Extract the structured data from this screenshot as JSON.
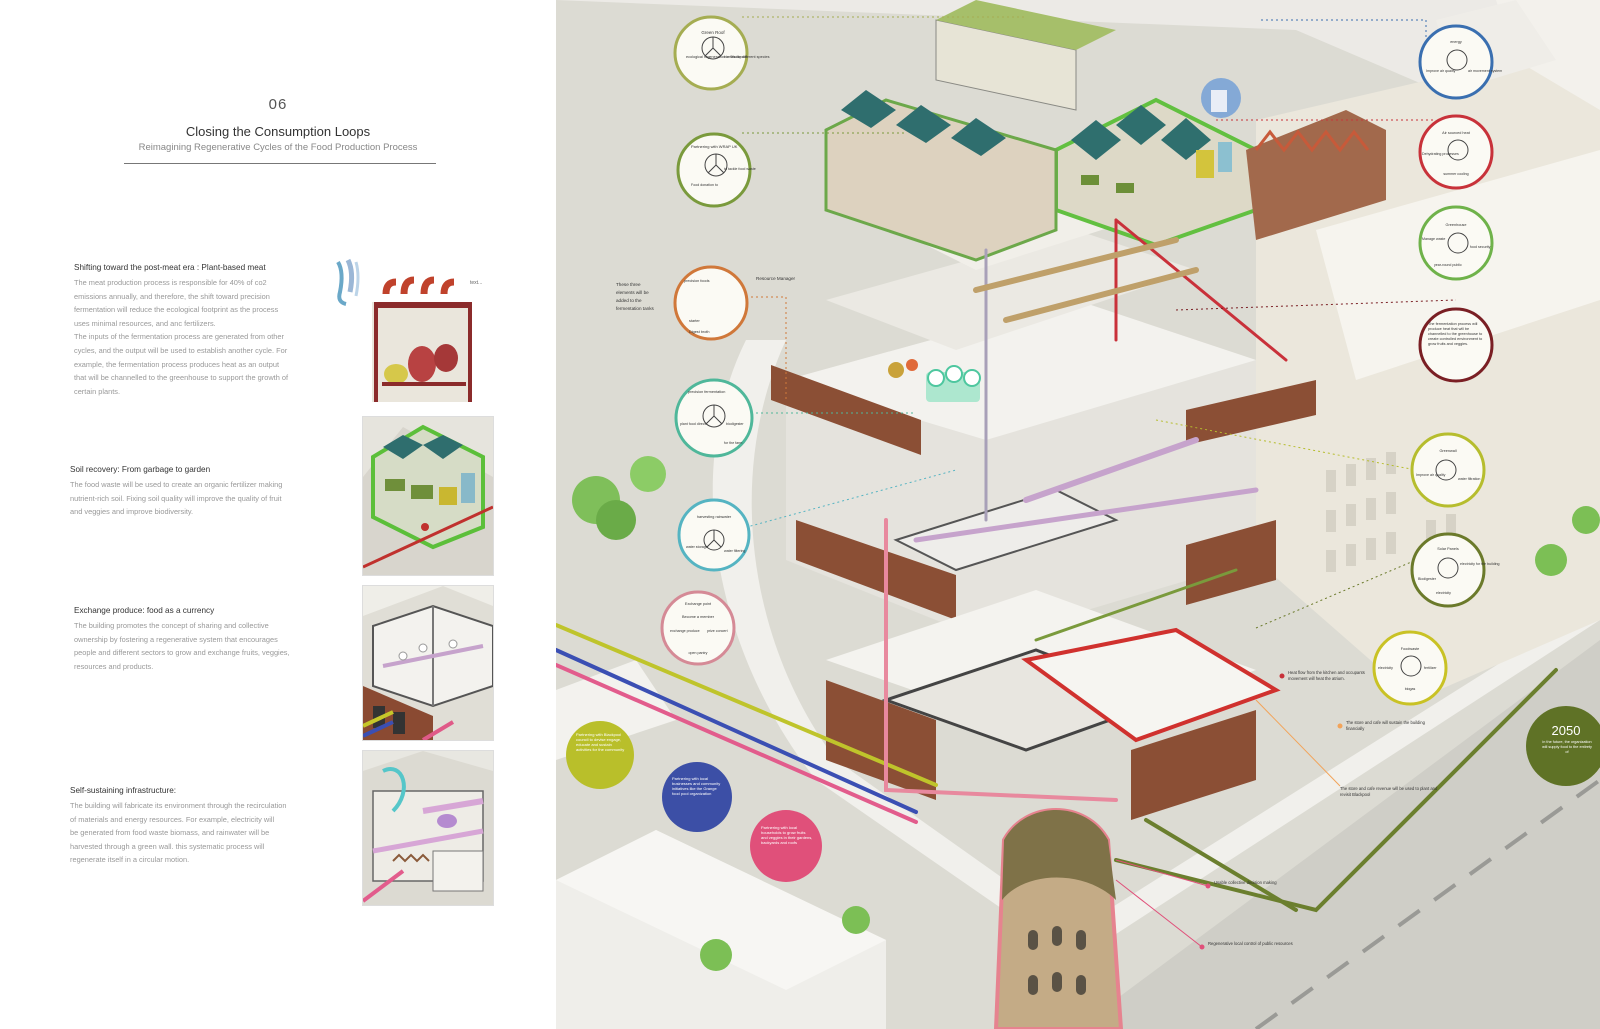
{
  "header": {
    "number": "06",
    "title": "Closing the Consumption Loops",
    "subtitle": "Reimagining Regenerative Cycles of the Food Production Process"
  },
  "sections": [
    {
      "heading": "Shifting toward the post-meat era : Plant-based meat",
      "lines": [
        "The meat production process is responsible for 40% of co2",
        "emissions annually, and therefore, the shift toward precision",
        "fermentation will reduce the ecological footprint as the process",
        "uses minimal resources, and anc fertilizers.",
        "The inputs of the fermentation process are generated from other",
        "cycles, and the output will be used to establish another cycle. For",
        "example, the fermentation process produces heat as an output",
        "that will be channelled to the greenhouse to support the growth of",
        "certain plants."
      ]
    },
    {
      "heading": "Soil recovery: From garbage to garden",
      "lines": [
        "The food waste will be used to create an organic fertilizer making",
        "nutrient-rich soil. Fixing soil quality will improve the quality of fruit",
        "and veggies and improve biodiversity."
      ]
    },
    {
      "heading": "Exchange produce: food as a currency",
      "lines": [
        "The building promotes the concept of sharing and collective",
        "ownership by fostering a regenerative system that encourages",
        "people and different sectors to grow and exchange fruits, veggies,",
        "resources and products."
      ]
    },
    {
      "heading": "Self-sustaining infrastructure:",
      "lines": [
        "The building will fabricate its environment through the recirculation",
        "of materials and energy resources. For example, electricity will",
        "be generated from food waste biomass, and rainwater will be",
        "harvested through a green wall. this systematic process will",
        "regenerate itself in a circular motion."
      ]
    }
  ],
  "diagram": {
    "left_circles": [
      {
        "color": "#a5ad52",
        "texts": [
          "Green Roof",
          "ecological regeneration in Blackpool",
          "homes for different species"
        ]
      },
      {
        "color": "#7a9a3c",
        "texts": [
          "Partnering with WRAP UK",
          "to tackle food waste",
          "Food donation to"
        ]
      },
      {
        "color": "#d0783a",
        "texts": [
          "precision foods",
          "starter",
          "Digest broth"
        ]
      },
      {
        "color": "#4fb79a",
        "texts": [
          "precision fermentation",
          "plant food directi",
          "biodigester",
          "for the farm"
        ]
      },
      {
        "color": "#55b4c2",
        "texts": [
          "harvesting rainwater",
          "water storage",
          "water filtering"
        ]
      },
      {
        "color": "#d58a96",
        "texts": [
          "Exchange point",
          "Become a member",
          "exchange produce",
          "prize concert",
          "open pantry"
        ]
      }
    ],
    "right_circles": [
      {
        "color": "#3a6fb0",
        "texts": [
          "energy",
          "Improve air quality",
          "air movement system"
        ]
      },
      {
        "color": "#c8323a",
        "texts": [
          "Air sourced heat",
          "Dehydrating processes",
          "summer cooling"
        ]
      },
      {
        "color": "#6fb24a",
        "texts": [
          "Greenhouse",
          "Manage waste",
          "food security",
          "year-round public"
        ]
      },
      {
        "color": "#7a1f24",
        "texts": [
          "The fermentation process will produce heat that will be channelled to the greenhouse to create controlled environment to grow fruits and veggies."
        ]
      },
      {
        "color": "#b6bd2e",
        "texts": [
          "Greenwall",
          "Improve air quality",
          "water filtration"
        ]
      },
      {
        "color": "#6b7a2b",
        "texts": [
          "Solar Panels",
          "electricity for the building",
          "Biodigester",
          "electricity"
        ]
      },
      {
        "color": "#c9c225",
        "texts": [
          "Foodwaste",
          "electricity",
          "fertilizer",
          "biogas"
        ]
      }
    ],
    "note_three_elements": [
      "These three",
      "elements will be",
      "added to the",
      "fermentation tanks"
    ],
    "note_resource": "Resource Manager",
    "bottom_circles": [
      {
        "color": "#b9bf2a",
        "texts": [
          "Partnering with Blackpool council to devise engage, educate and sustain activities for the community"
        ]
      },
      {
        "color": "#3c4fa6",
        "texts": [
          "Partnering with local businesses and community initiatives like the Grange food pool organization"
        ]
      },
      {
        "color": "#e0507a",
        "texts": [
          "Partnering with local households to grow fruits and veggies in their gardens, backyards and roofs"
        ]
      }
    ],
    "year_badge": {
      "year": "2050",
      "text": "in the future, the organization will supply food to the entirety of"
    },
    "annotations": [
      "Heat flow from the kitchen and occupants movement will heat the atrium.",
      "The store and cafe will sustain the building financially",
      "The store and cafe revenue will be used to plant and revisit Blackpool",
      "Usable collective decision making",
      "Regenerative local control of public resources"
    ]
  }
}
